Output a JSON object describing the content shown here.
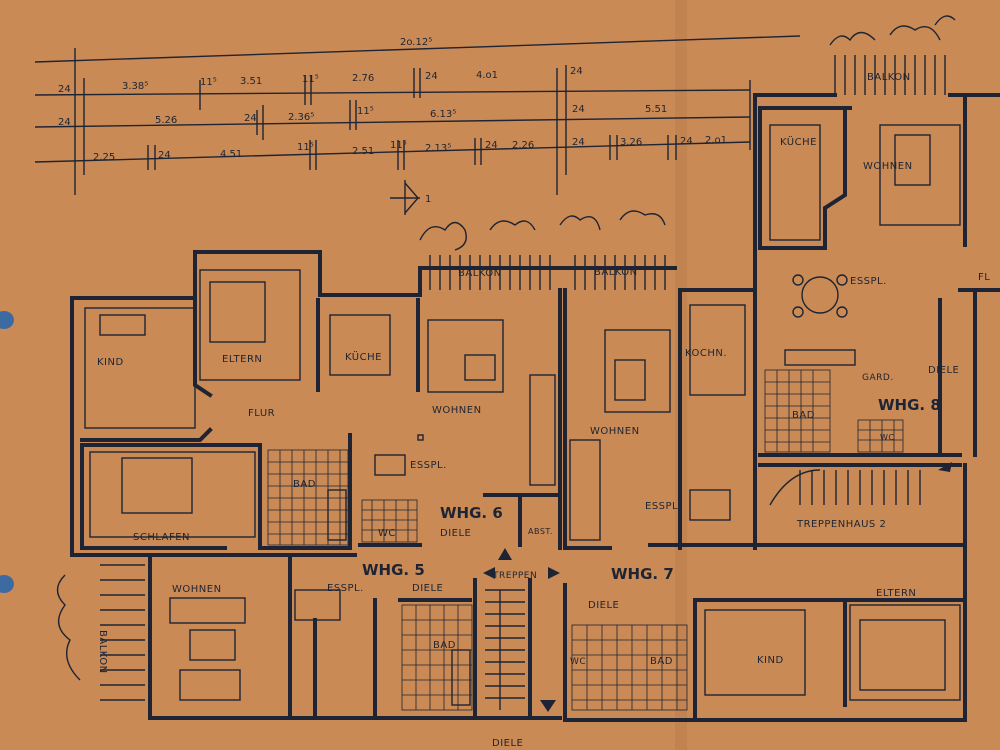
{
  "dimensions": {
    "total": "2o.12⁵",
    "row1": [
      "24",
      "3.38⁵",
      "11⁵",
      "3.51",
      "11⁵",
      "2.76",
      "24",
      "4.o1",
      "24"
    ],
    "row2": [
      "24",
      "5.26",
      "24",
      "2.36⁵",
      "11⁵",
      "6.13⁵",
      "24",
      "5.51"
    ],
    "row3": [
      "2.25",
      "24",
      "4.51",
      "11⁵",
      "2.51",
      "11⁵",
      "2.13⁵",
      "24",
      "2.26",
      "24",
      "3.26",
      "24",
      "2.o1"
    ]
  },
  "section_marker": "1",
  "units": {
    "whg5": "WHG. 5",
    "whg6": "WHG. 6",
    "whg7": "WHG. 7",
    "whg8": "WHG. 8"
  },
  "rooms": {
    "kind_left": "KIND",
    "eltern_left": "ELTERN",
    "kueche_6": "KÜCHE",
    "wohnen_6": "WOHNEN",
    "flur": "FLUR",
    "esspl_6": "ESSPL.",
    "bad_6": "BAD",
    "schlafen": "SCHLAFEN",
    "wc_6": "WC",
    "diele_6": "DIELE",
    "abst": "ABST.",
    "balkon_6": "BALKON",
    "balkon_7": "BALKON",
    "kochn": "KOCHN.",
    "wohnen_7": "WOHNEN",
    "esspl_7": "ESSPL.",
    "treppen": "TREPPEN",
    "kueche_8": "KÜCHE",
    "wohnen_8": "WOHNEN",
    "balkon_8": "BALKON",
    "esspl_8": "ESSPL.",
    "fl_right": "FL",
    "gard": "GARD.",
    "diele_8": "DIELE",
    "bad_8": "BAD",
    "wc_8": "WC",
    "treppenhaus2": "TREPPENHAUS 2",
    "wohnen_5": "WOHNEN",
    "esspl_5": "ESSPL.",
    "diele_5": "DIELE",
    "bad_5": "BAD",
    "balkon_5": "BALKON",
    "diele_7": "DIELE",
    "wc_7": "WC",
    "bad_7": "BAD",
    "kind_right": "KIND",
    "eltern_right": "ELTERN",
    "diele_bottom": "DIELE"
  }
}
